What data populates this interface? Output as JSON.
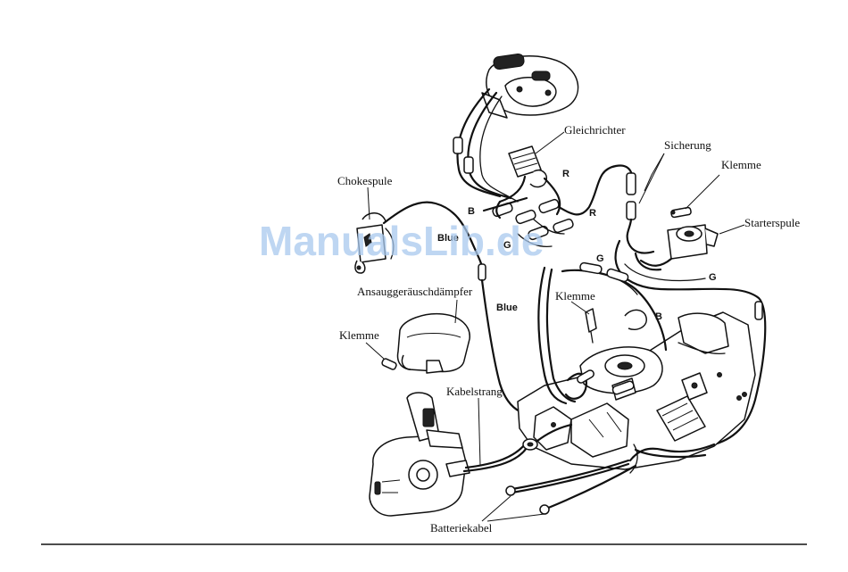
{
  "labels": {
    "gleichrichter": "Gleichrichter",
    "sicherung": "Sicherung",
    "klemme_top": "Klemme",
    "starterspule": "Starterspule",
    "chokespule": "Chokespule",
    "ansaug": "Ansauggeräuschdämpfer",
    "klemme_left": "Klemme",
    "klemme_mid": "Klemme",
    "kabelstrang": "Kabelstrang",
    "batteriekabel": "Batteriekabel"
  },
  "wire_codes": {
    "r_upper": "R",
    "r_lower": "R",
    "b_left": "B",
    "blue_short": "Blue",
    "g_left": "G",
    "g_mid": "G",
    "g_right": "G",
    "b_mid": "B",
    "blue_long": "Blue"
  },
  "watermark": "ManualsLib.de"
}
